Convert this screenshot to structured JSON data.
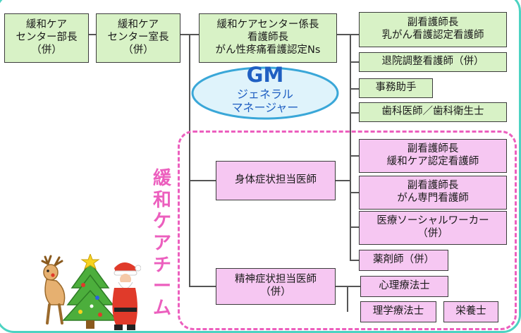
{
  "boxes": {
    "director": [
      "緩和ケア",
      "センター部長",
      "（併）"
    ],
    "room_head": [
      "緩和ケア",
      "センター室長",
      "（併）"
    ],
    "chief": [
      "緩和ケアセンター係長",
      "看護師長",
      "がん性疼痛看護認定Ns"
    ],
    "deputy_breast": [
      "副看護師長",
      "乳がん看護認定看護師"
    ],
    "discharge": "退院調整看護師（併）",
    "clerk": "事務助手",
    "dental": "歯科医師／歯科衛生士",
    "deputy_palliative": [
      "副看護師長",
      "緩和ケア認定看護師"
    ],
    "deputy_cancer": [
      "副看護師長",
      "がん専門看護師"
    ],
    "social_worker": [
      "医療ソーシャルワーカー",
      "（併）"
    ],
    "pharmacist": "薬剤師（併）",
    "physical_doctor": "身体症状担当医師",
    "mental_doctor": [
      "精神症状担当医師",
      "（併）"
    ],
    "psychologist": "心理療法士",
    "physio": "理学療法士",
    "nutritionist": "栄養士"
  },
  "gm": {
    "title": "GM",
    "subtitle": [
      "ジェネラル",
      "マネージャー"
    ]
  },
  "team": {
    "label": [
      "緩",
      "和",
      "ケ",
      "ア",
      "チ",
      "ー",
      "ム"
    ]
  },
  "colors": {
    "frame": "#4cd3c2",
    "green_box": "#d8f2c6",
    "pink_box": "#f6c7f2",
    "team_accent": "#ec5fbe",
    "gm_text": "#1f5fc2",
    "gm_fill": "#dff3fb",
    "gm_border": "#3aa7d8"
  },
  "illustration": {
    "icons": [
      "reindeer-icon",
      "christmas-tree-icon",
      "santa-icon"
    ]
  }
}
